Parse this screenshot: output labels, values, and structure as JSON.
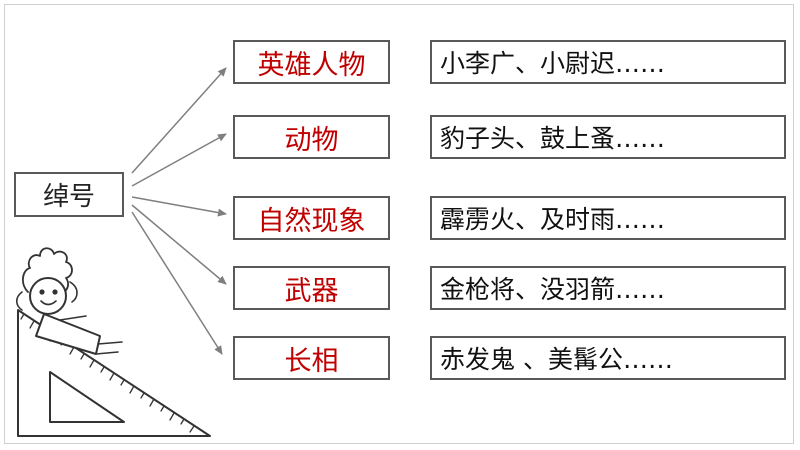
{
  "root": {
    "label": "绰号"
  },
  "rows": [
    {
      "category": "英雄人物",
      "examples": "小李广、小尉迟……"
    },
    {
      "category": "动物",
      "examples": "豹子头、鼓上蚤……"
    },
    {
      "category": "自然现象",
      "examples": "霹雳火、及时雨……"
    },
    {
      "category": "武器",
      "examples": "金枪将、没羽箭……"
    },
    {
      "category": "长相",
      "examples": "赤发鬼 、美髯公……"
    }
  ],
  "colors": {
    "category_text": "#c00000",
    "border": "#595959",
    "arrow": "#7f7f7f"
  }
}
